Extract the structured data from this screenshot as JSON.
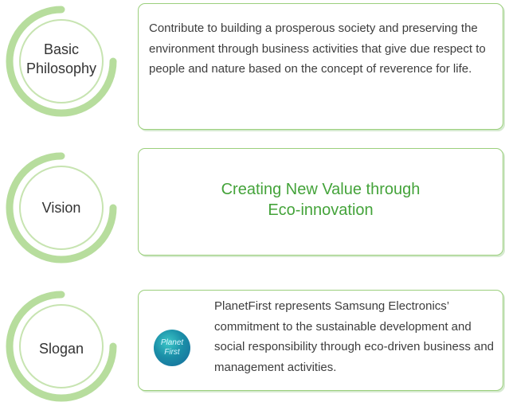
{
  "basic_philosophy": {
    "label_line1": "Basic",
    "label_line2": "Philosophy",
    "text": "Contribute to building a prosperous society and preserving the environment through business activities that give due respect to people and nature based on the concept of reverence for life."
  },
  "vision": {
    "label": "Vision",
    "line1": "Creating New Value through",
    "line2": "Eco-innovation"
  },
  "slogan": {
    "label": "Slogan",
    "logo_line1": "Planet",
    "logo_line2": "First",
    "text": "PlanetFirst represents Samsung Electronics’ commitment to the sustainable development and social responsibility through eco-driven business and management activities."
  },
  "colors": {
    "accent_green": "#44a33a",
    "ring_green": "#b7dd9d",
    "border_green": "#9bcf7c"
  }
}
